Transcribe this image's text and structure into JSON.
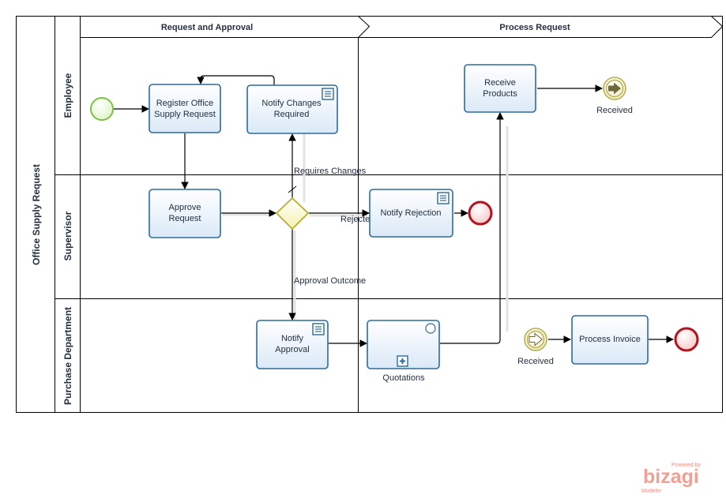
{
  "pool": {
    "name": "Office Supply Request"
  },
  "phases": [
    {
      "name": "Request and Approval"
    },
    {
      "name": "Process Request"
    }
  ],
  "lanes": [
    {
      "name": "Employee"
    },
    {
      "name": "Supervisor"
    },
    {
      "name": "Purchase Department"
    }
  ],
  "tasks": {
    "register": {
      "line1": "Register Office",
      "line2": "Supply Request"
    },
    "notify_changes": {
      "line1": "Notify Changes",
      "line2": "Required"
    },
    "approve": {
      "line1": "Approve",
      "line2": "Request"
    },
    "notify_rejection": {
      "label": "Notify Rejection"
    },
    "notify_approval": {
      "line1": "Notify",
      "line2": "Approval"
    },
    "quotations": {
      "label": "Quotations"
    },
    "receive": {
      "line1": "Receive",
      "line2": "Products"
    },
    "process_invoice": {
      "label": "Process Invoice"
    }
  },
  "events": {
    "received_employee": {
      "label": "Received"
    },
    "received_purchase": {
      "label": "Received"
    }
  },
  "flow_labels": {
    "requires_changes": "Requires Changes",
    "rejected": "Rejected",
    "approval_outcome": "Approval Outcome"
  },
  "watermark": {
    "powered_by": "Powered by",
    "brand": "bizagi",
    "product": "Modeler"
  },
  "colors": {
    "task_border": "#2d6a9b",
    "start_event": "#7cc242",
    "end_event": "#b0141e",
    "gateway": "#e8e07a",
    "intermediate_event": "#b8ae4e"
  }
}
